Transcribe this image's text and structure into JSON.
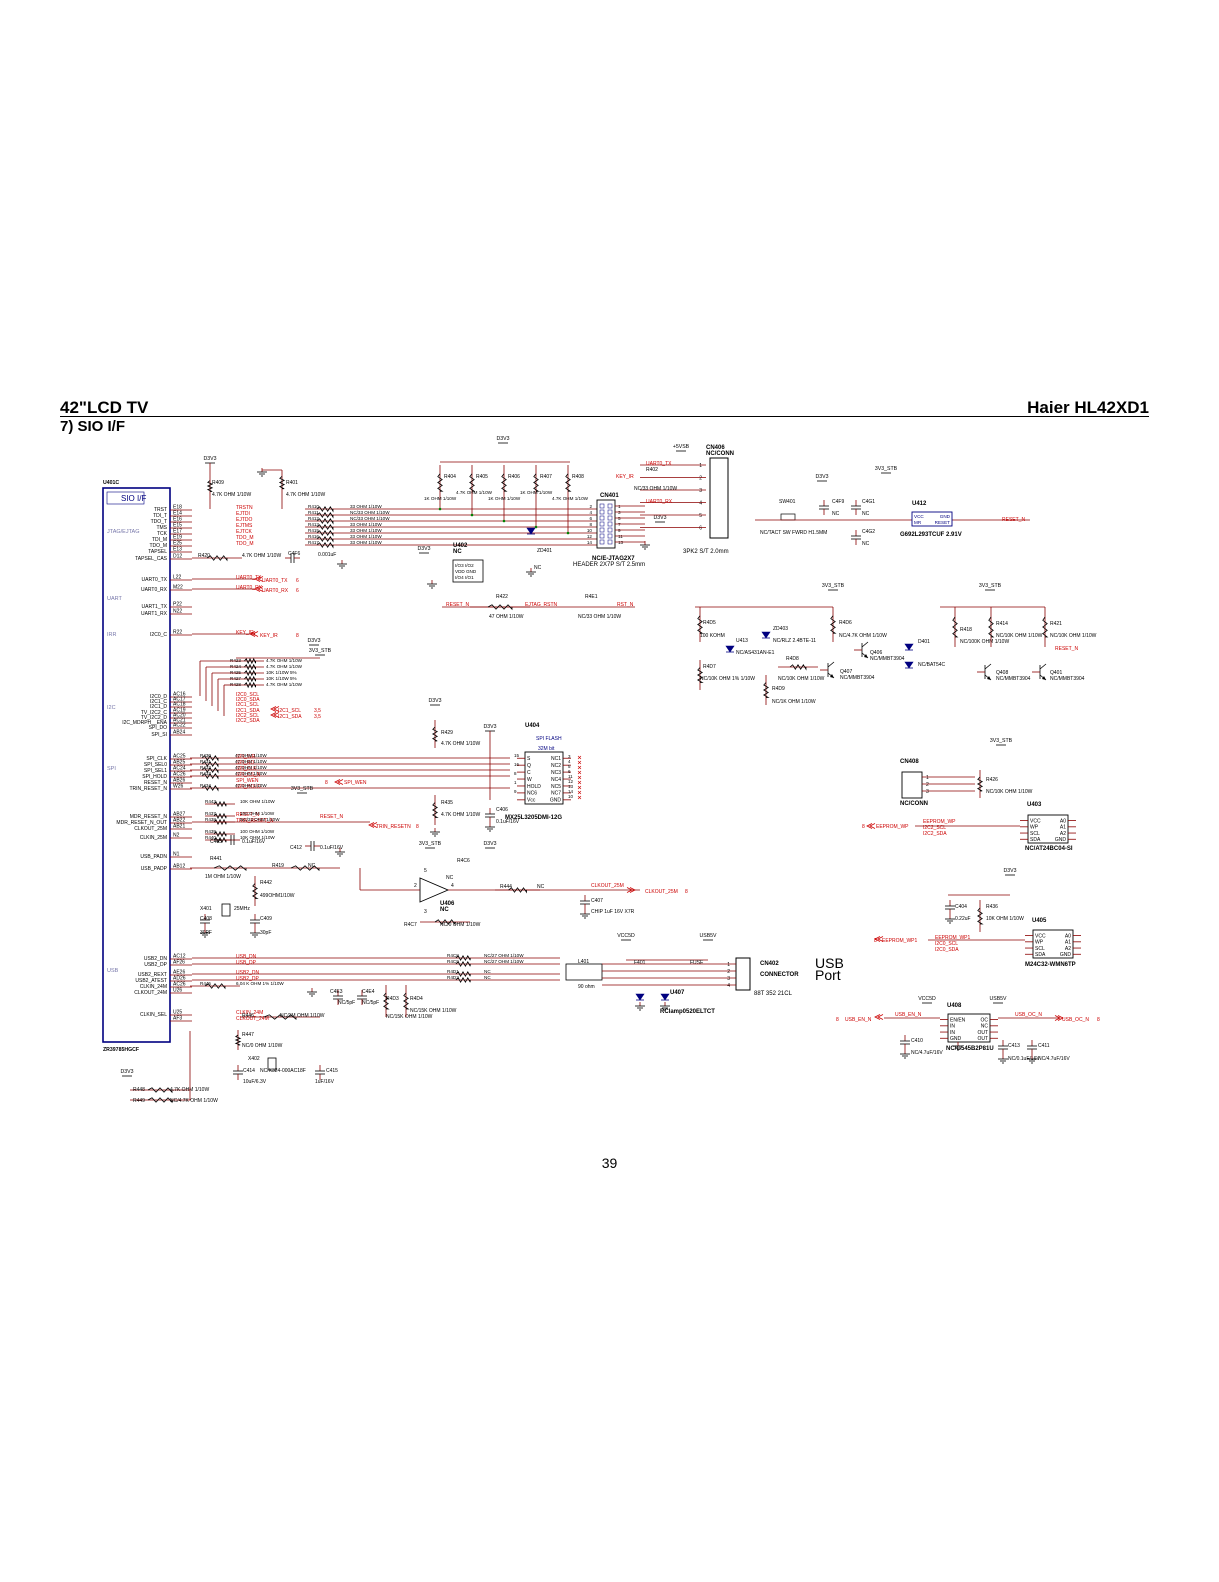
{
  "header": {
    "model_left": "42\"LCD TV",
    "model_right": "Haier HL42XD1",
    "section": "7) SIO I/F"
  },
  "page_number": "39",
  "colors": {
    "wire": "#8b0000",
    "net": "#cc0000",
    "ink": "#000000",
    "comp": "#000080",
    "dot": "#008000"
  },
  "schematic": {
    "u401": {
      "ref": "U401C",
      "title": "SIO I/F",
      "part": "ZR39785HGCF",
      "groups": [
        "JTAG/EJTAG",
        "UART",
        "IRR",
        "I2C",
        "SPI",
        "USB"
      ],
      "left_pins": [
        "TRST",
        "TDI_T",
        "TDO_T",
        "TMS",
        "TCK",
        "TDI_M",
        "TDO_M",
        "TAPSEL",
        "TAPSEL_CAS",
        "UART0_TX",
        "UART0_RX",
        "UART1_TX",
        "UART1_RX",
        "I2C0_C",
        "I2C0_D",
        "I2C1_C",
        "I2C1_D",
        "TV_I2C2_C",
        "TV_I2C2_D",
        "I2C_MDRPH__ENA",
        "SPI_DO",
        "SPI_SI",
        "SPI_CLK",
        "SPI_SEL0",
        "SPI_SEL1",
        "SPI_HOLD",
        "RESET_N",
        "TRIN_RESET_N",
        "MDR_RESET_N",
        "MDR_RESET_N_OUT",
        "CLKOUT_25M",
        "CLKIN_25M",
        "USB_PADN",
        "USB_PADP",
        "USB2_DN",
        "USB2_DP",
        "USB2_REXT",
        "USB2_ATEST",
        "CLKIN_24M",
        "CLKOUT_24M",
        "CLKIN_SEL"
      ],
      "pin_numbers": [
        "E18",
        "E14",
        "E16",
        "E15",
        "E17",
        "E19",
        "E25",
        "E13",
        "D12",
        "L22",
        "M22",
        "P22",
        "N22",
        "R22",
        "AC16",
        "AC17",
        "AC18",
        "AC19",
        "AC20",
        "AC21",
        "AC22",
        "AB24",
        "AC25",
        "AB25",
        "AC24",
        "AC26",
        "AB26",
        "W26",
        "AB27",
        "AB22",
        "AB21",
        "N2",
        "N1",
        "AB12",
        "AC12",
        "AF26",
        "AE26",
        "AD26",
        "AC26",
        "U26",
        "U25",
        "AF3"
      ]
    },
    "nets_left": [
      "TRSTN",
      "EJTDI",
      "EJTDO",
      "EJTMS",
      "EJTCK",
      "TDO_M",
      "TDO_M",
      "UART0_TX",
      "UART0_RX",
      "KEY_IR",
      "I2C0_SCL",
      "I2C0_SDA",
      "I2C1_SCL",
      "I2C1_SDA",
      "I2C2_SCL",
      "I2C2_SDA",
      "SPI_WR",
      "SPI_RD",
      "SPI_CLK",
      "SPI_CS_N",
      "SPI_WEN",
      "SPI_HOLD",
      "RESET_N",
      "TRIN_RESET_N",
      "USB_DN",
      "USB_DP",
      "USB2_DN",
      "USB2_DP",
      "CLKIN_24M",
      "CLKOUT_24M"
    ],
    "offpage": {
      "uart_tx": "UART0_TX",
      "uart_rx": "UART0_RX",
      "uart_sheet": "6",
      "key_ir": "KEY_IR",
      "key_sheet": "8",
      "i2c1_scl": "I2C1_SCL",
      "i2c1_sda": "I2C1_SDA",
      "i2c_sheets": "3,5",
      "spi_wen": "SPI_WEN",
      "spi_wen_sheet": "8",
      "trin_reset": "TRIN_RESETN",
      "trin_sheet": "8",
      "clkout": "CLKOUT_25M",
      "clkout_sheet": "8",
      "eeprom_wp": "EEPROM_WP",
      "eeprom_sheet": "8",
      "eeprom_wp1": "EEPROM_WP1",
      "eeprom1_sheet": "8",
      "usb_en": "USB_EN_N",
      "usb_en_sheet": "8",
      "usb_oc": "USB_OC_N",
      "usb_oc_sheet": "8"
    },
    "resistors_left": [
      {
        "ref": "R409",
        "val": "4.7K OHM 1/10W"
      },
      {
        "ref": "R401",
        "val": "4.7K OHM 1/10W"
      },
      {
        "ref": "R420",
        "val": "4.7K OHM 1/10W"
      },
      {
        "ref": "R423",
        "val": "4.7K OHM 1/10W"
      },
      {
        "ref": "R424",
        "val": "4.7K OHM 1/10W"
      },
      {
        "ref": "R425",
        "val": "10K 1/10W 5%"
      },
      {
        "ref": "R427",
        "val": "10K 1/10W 5%"
      },
      {
        "ref": "R428",
        "val": "4.7K OHM 1/10W"
      },
      {
        "ref": "R430",
        "val": "47 OHM 1/10W"
      },
      {
        "ref": "R431",
        "val": "47 OHM 1/10W"
      },
      {
        "ref": "R432",
        "val": "47 OHM 1/10W"
      },
      {
        "ref": "R433",
        "val": "47 OHM 1/10W"
      },
      {
        "ref": "R434",
        "val": "47 OHM 1/10W"
      },
      {
        "ref": "R443",
        "val": "10K OHM 1/10W"
      },
      {
        "ref": "R437",
        "val": "100 OHM 1/10W"
      },
      {
        "ref": "R438",
        "val": "NC/33 OHM 1/10W"
      },
      {
        "ref": "R439",
        "val": "100 OHM 1/10W"
      },
      {
        "ref": "R440",
        "val": "10K OHM 1/10W"
      },
      {
        "ref": "R441",
        "val": "1M OHM 1/10W"
      },
      {
        "ref": "R419",
        "val": "NC"
      },
      {
        "ref": "R442",
        "val": "499OHM1/10W"
      },
      {
        "ref": "R445",
        "val": "6.04 K OHM 1% 1/10W"
      },
      {
        "ref": "R446",
        "val": "NC/1M OHM 1/10W"
      },
      {
        "ref": "R447",
        "val": "NC/0 OHM 1/10W"
      },
      {
        "ref": "R448",
        "val": "4.7K OHM 1/10W"
      },
      {
        "ref": "R449",
        "val": "NC/4.7K OHM 1/10W"
      }
    ],
    "jtag_series": [
      {
        "ref": "R410",
        "val": "33 OHM 1/10W"
      },
      {
        "ref": "R411",
        "val": "NC/33 OHM 1/10W"
      },
      {
        "ref": "R412",
        "val": "NC/33 OHM 1/10W"
      },
      {
        "ref": "R413",
        "val": "33 OHM 1/10W"
      },
      {
        "ref": "R415",
        "val": "33 OHM 1/10W"
      },
      {
        "ref": "R416",
        "val": "33 OHM 1/10W"
      },
      {
        "ref": "R417",
        "val": "33 OHM 1/10W"
      }
    ],
    "jtag_pullups": [
      {
        "ref": "R404",
        "val": "1K OHM 1/10W"
      },
      {
        "ref": "R405",
        "val": "4.7K OHM 1/10W"
      },
      {
        "ref": "R406",
        "val": "1K OHM 1/10W"
      },
      {
        "ref": "R407",
        "val": "1K OHM 1/10W"
      },
      {
        "ref": "R408",
        "val": "4.7K OHM 1/10W"
      }
    ],
    "caps_left": [
      {
        "ref": "C4F6",
        "val": "0.001uF"
      },
      {
        "ref": "C405",
        "val": "0.1uF/16V"
      },
      {
        "ref": "C412",
        "val": "0.1uF/16V"
      },
      {
        "ref": "C408",
        "val": "30PF"
      },
      {
        "ref": "C409",
        "val": "30pF"
      },
      {
        "ref": "C4E3",
        "val": "NC/5pF"
      },
      {
        "ref": "C4E4",
        "val": "NC/5pF"
      },
      {
        "ref": "C414",
        "val": "10uF/6.3V"
      },
      {
        "ref": "C415",
        "val": "1uF/16V"
      }
    ],
    "crystals": [
      {
        "ref": "X401",
        "val": "25MHz"
      },
      {
        "ref": "X402",
        "val": "NC/K324-000AC18F"
      }
    ],
    "cn401": {
      "ref": "CN401",
      "part": "NC/E-JTAG2X7",
      "desc": "HEADER 2X7P S/T 2.5mm",
      "pins": [
        "2",
        "1",
        "4",
        "3",
        "6",
        "5",
        "8",
        "7",
        "10",
        "9",
        "12",
        "11",
        "14",
        "13"
      ]
    },
    "u402": {
      "ref": "U402",
      "val": "NC",
      "pins": [
        "I/O3",
        "I/O2",
        "VDD",
        "GND",
        "I/O4",
        "I/O1"
      ]
    },
    "zd401": "ZD401",
    "zd401_val": "NC",
    "r422": {
      "ref": "R422",
      "val": "47 OHM 1/10W"
    },
    "r4e1": {
      "ref": "R4E1",
      "val": "NC/33 OHM 1/10W"
    },
    "jtag_nets": [
      "RESET_N",
      "EJTAG_RSTN",
      "RST_N"
    ],
    "cn406": {
      "ref": "CN406",
      "val": "NC/CONN",
      "desc": "3PK2 S/T 2.0mm",
      "nets": [
        "UART0_TX",
        "KEY_IR",
        "UART0_RX"
      ],
      "rail": "+5VSB",
      "r402": {
        "ref": "R402",
        "val": "NC/33 OHM 1/10W"
      },
      "pins": [
        "1",
        "2",
        "3",
        "4",
        "5",
        "6"
      ]
    },
    "reset_ckt": {
      "sw": {
        "ref": "SW401",
        "val": "NC/TACT SW FWRD H1.5MM"
      },
      "caps": [
        {
          "ref": "C4F9",
          "val": "NC"
        },
        {
          "ref": "C4G1",
          "val": "NC"
        },
        {
          "ref": "C4G2",
          "val": "NC"
        }
      ],
      "u412": {
        "ref": "U412",
        "part": "G692L293TCUF 2.91V",
        "pins": [
          "VCC",
          "GND",
          "MR",
          "RESET"
        ]
      },
      "net": "RESET_N"
    },
    "reset_logic": {
      "r4d5": {
        "ref": "R4D5",
        "val": "100 KOHM"
      },
      "r4d7": {
        "ref": "R4D7",
        "val": "NC/10K OHM 1% 1/10W"
      },
      "u413": {
        "ref": "U413",
        "val": "NC/AS431AN-E1"
      },
      "zd403": {
        "ref": "ZD403",
        "val": "NC/RLZ 2.4BTE-11"
      },
      "r4d6": {
        "ref": "R4D6",
        "val": "NC/4.7K OHM 1/10W"
      },
      "r4d8": {
        "ref": "R4D8",
        "val": "NC/10K OHM 1/10W"
      },
      "r4d9": {
        "ref": "R4D9",
        "val": "NC/1K OHM 1/10W"
      },
      "q406": {
        "ref": "Q406",
        "val": "NC/MMBT3904"
      },
      "q407": {
        "ref": "Q407",
        "val": "NC/MMBT3904"
      },
      "d401": {
        "ref": "D401",
        "val": "NC/BAT54C"
      },
      "r418": {
        "ref": "R418",
        "val": "NC/100K OHM 1/10W"
      },
      "r414": {
        "ref": "R414",
        "val": "NC/10K OHM 1/10W"
      },
      "r421": {
        "ref": "R421",
        "val": "NC/10K OHM 1/10W"
      },
      "q408": {
        "ref": "Q408",
        "val": "NC/MMBT3904"
      },
      "q401": {
        "ref": "Q401",
        "val": "NC/MMBT3904"
      },
      "net": "RESET_N"
    },
    "u404": {
      "ref": "U404",
      "title": "SPI FLASH",
      "size": "32M bit",
      "part": "MX25L3205DMI-12G",
      "left": [
        "S",
        "Q",
        "C",
        "W",
        "HOLD",
        "NC6",
        "Vcc"
      ],
      "right": [
        "NC1",
        "NC2",
        "NC3",
        "NC4",
        "NC5",
        "NC7",
        "GND"
      ],
      "lnums": [
        "15",
        "16",
        "8",
        "1",
        "9"
      ],
      "rnums": [
        "3",
        "4",
        "5",
        "6",
        "11",
        "12",
        "13",
        "14",
        "10"
      ],
      "r429": {
        "ref": "R429",
        "val": "4.7K OHM 1/10W"
      },
      "r435": {
        "ref": "R435",
        "val": "4.7K OHM 1/10W"
      },
      "c406": {
        "ref": "C406",
        "val": "0.1uF/16V"
      }
    },
    "u406": {
      "ref": "U406",
      "val": "NC",
      "r4c6": "R4C6",
      "r4c6_val": "NC",
      "r444": {
        "ref": "R444",
        "val": "NC"
      },
      "r4c7": {
        "ref": "R4C7",
        "val": "NC/0 OHM 1/10W"
      },
      "c407": {
        "ref": "C407",
        "val": "CHIP 1uF 16V X7R"
      },
      "pins": [
        "2",
        "4",
        "5",
        "3"
      ]
    },
    "cn408": {
      "ref": "CN408",
      "val": "NC/CONN",
      "pins": [
        "1",
        "2",
        "3"
      ]
    },
    "u403": {
      "ref": "U403",
      "part": "NC/AT24BC04-SI",
      "left": [
        "VCC",
        "WP",
        "SCL",
        "SDA"
      ],
      "right": [
        "A0",
        "A1",
        "A2",
        "GND"
      ],
      "r426": {
        "ref": "R426",
        "val": "NC/10K OHM 1/10W"
      },
      "nets": [
        "EEPROM_WP",
        "I2C2_SCL",
        "I2C2_SDA"
      ]
    },
    "u405": {
      "ref": "U405",
      "part": "M24C32-WMN6TP",
      "left": [
        "VCC",
        "WP",
        "SCL",
        "SDA"
      ],
      "right": [
        "A0",
        "A1",
        "A2",
        "GND"
      ],
      "c404": {
        "ref": "C404",
        "val": "0.22uF"
      },
      "r436": {
        "ref": "R436",
        "val": "10K OHM 1/10W"
      },
      "nets": [
        "EEPROM_WP1",
        "I2C0_SCL",
        "I2C0_SDA"
      ]
    },
    "usb": {
      "series": [
        {
          "ref": "R4C8",
          "val": "NC/27 OHM 1/10W"
        },
        {
          "ref": "R4C9",
          "val": "NC/27 OHM 1/10W"
        },
        {
          "ref": "R4D1",
          "val": "NC"
        },
        {
          "ref": "R4D2",
          "val": "NC"
        }
      ],
      "r4d3": {
        "ref": "R4D3",
        "val": "NC/15K OHM 1/10W"
      },
      "r4d4": {
        "ref": "R4D4",
        "val": "NC/15K OHM 1/10W"
      },
      "l401": {
        "ref": "L401",
        "val": "90 ohm"
      },
      "f401": {
        "ref": "F401",
        "val": "FUSE"
      },
      "cn402": {
        "ref": "CN402",
        "desc": "CONNECTOR",
        "part": "88T 352  21CL",
        "pins": [
          "1",
          "2",
          "3",
          "4"
        ]
      },
      "big_label": [
        "USB",
        "Port"
      ],
      "u407": {
        "ref": "U407",
        "part": "RClamp0520ELTCT"
      },
      "rails": [
        "VCC5D",
        "USB5V"
      ]
    },
    "u408": {
      "ref": "U408",
      "part": "NC/G545B2P81U",
      "left": [
        "EN/EN",
        "IN",
        "IN",
        "GND"
      ],
      "right": [
        "OC",
        "NC",
        "OUT",
        "OUT"
      ],
      "c410": {
        "ref": "C410",
        "val": "NC/4.7uF/16V"
      },
      "c413": {
        "ref": "C413",
        "val": "NC/0.1uF/16V"
      },
      "c411": {
        "ref": "C411",
        "val": "NC/4.7uF/16V"
      },
      "rails": [
        "VCC5D",
        "USB5V"
      ]
    },
    "rails": [
      "D3V3",
      "3V3_STB",
      "+5VSB"
    ]
  }
}
